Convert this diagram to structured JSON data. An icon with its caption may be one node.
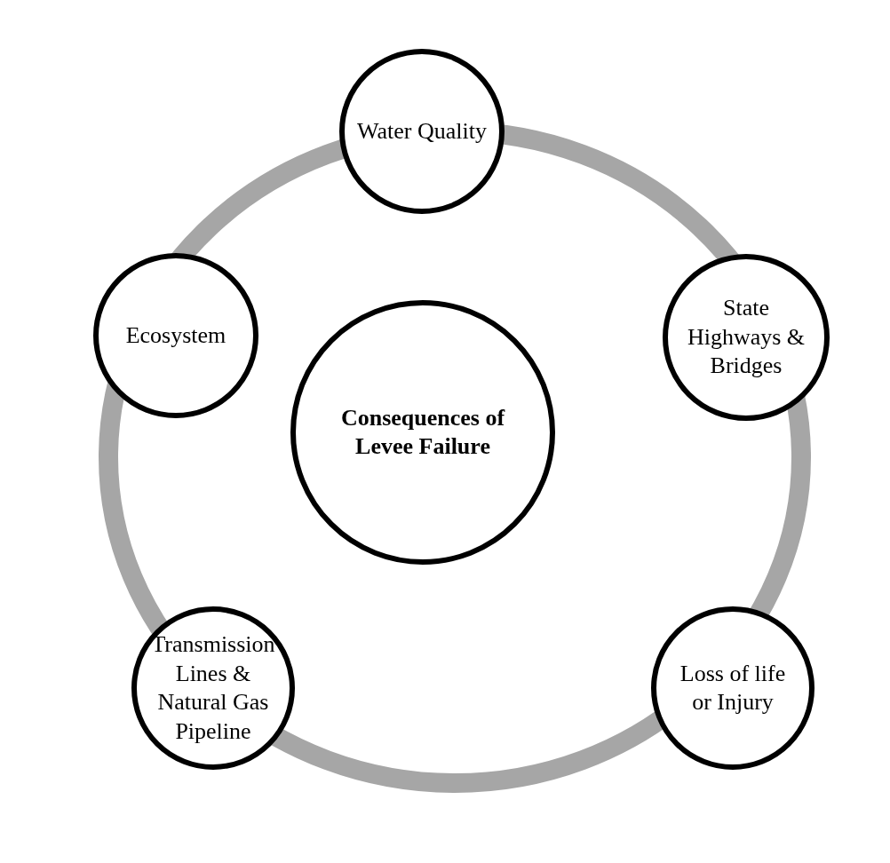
{
  "diagram": {
    "nodes": [
      {
        "text": [
          "Water Quality"
        ]
      },
      {
        "text": [
          "Ecosystem"
        ]
      },
      {
        "text": [
          "State Highways & Bridges"
        ]
      },
      {
        "text": [
          "Consequences of Levee Failure"
        ]
      },
      {
        "text": [
          "Transmission Lines & Natural Gas Pipeline"
        ]
      },
      {
        "text": [
          "Loss of life or Injury"
        ]
      }
    ]
  }
}
